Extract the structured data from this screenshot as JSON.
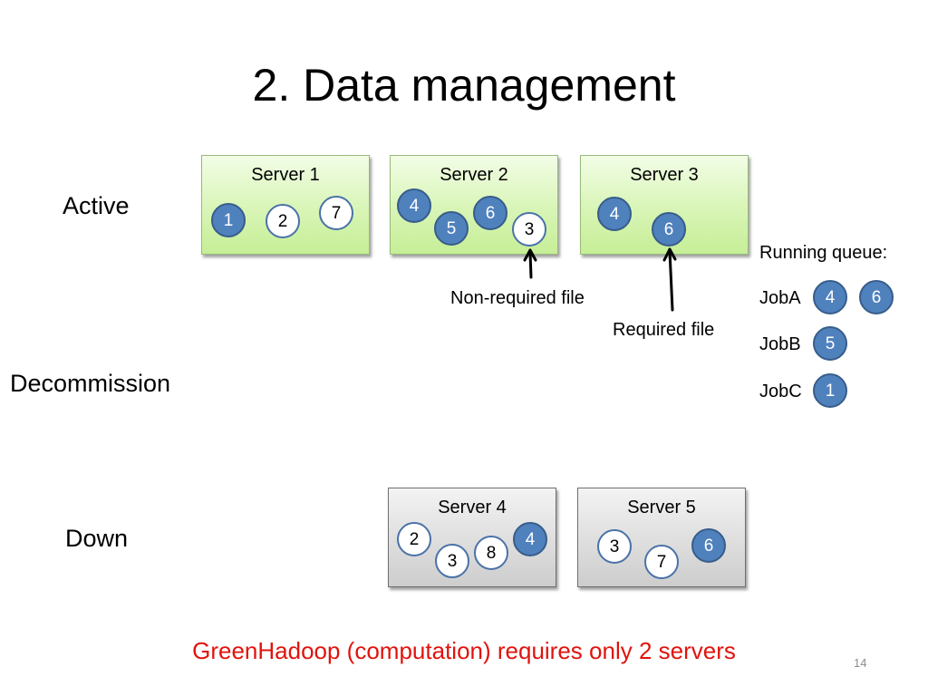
{
  "title": "2. Data management",
  "rows": {
    "active": "Active",
    "decommission": "Decommission",
    "down": "Down"
  },
  "servers": [
    {
      "label": "Server 1",
      "state": "active",
      "files": [
        {
          "id": "1",
          "kind": "required"
        },
        {
          "id": "2",
          "kind": "non-required"
        },
        {
          "id": "7",
          "kind": "non-required"
        }
      ]
    },
    {
      "label": "Server 2",
      "state": "active",
      "files": [
        {
          "id": "4",
          "kind": "required"
        },
        {
          "id": "5",
          "kind": "required"
        },
        {
          "id": "6",
          "kind": "required"
        },
        {
          "id": "3",
          "kind": "non-required"
        }
      ]
    },
    {
      "label": "Server 3",
      "state": "active",
      "files": [
        {
          "id": "4",
          "kind": "required"
        },
        {
          "id": "6",
          "kind": "required"
        }
      ]
    },
    {
      "label": "Server 4",
      "state": "down",
      "files": [
        {
          "id": "2",
          "kind": "non-required"
        },
        {
          "id": "3",
          "kind": "non-required"
        },
        {
          "id": "8",
          "kind": "non-required"
        },
        {
          "id": "4",
          "kind": "required"
        }
      ]
    },
    {
      "label": "Server 5",
      "state": "down",
      "files": [
        {
          "id": "3",
          "kind": "non-required"
        },
        {
          "id": "7",
          "kind": "non-required"
        },
        {
          "id": "6",
          "kind": "required"
        }
      ]
    }
  ],
  "annotations": {
    "non_required": "Non-required file",
    "required": "Required file"
  },
  "queue": {
    "title": "Running queue:",
    "jobs": [
      {
        "name": "JobA",
        "files": [
          "4",
          "6"
        ]
      },
      {
        "name": "JobB",
        "files": [
          "5"
        ]
      },
      {
        "name": "JobC",
        "files": [
          "1"
        ]
      }
    ]
  },
  "colors": {
    "required_fill": "#4f81bd",
    "footer_text": "#e0130d"
  },
  "footer": "GreenHadoop (computation) requires only 2 servers",
  "slide_number": "14"
}
